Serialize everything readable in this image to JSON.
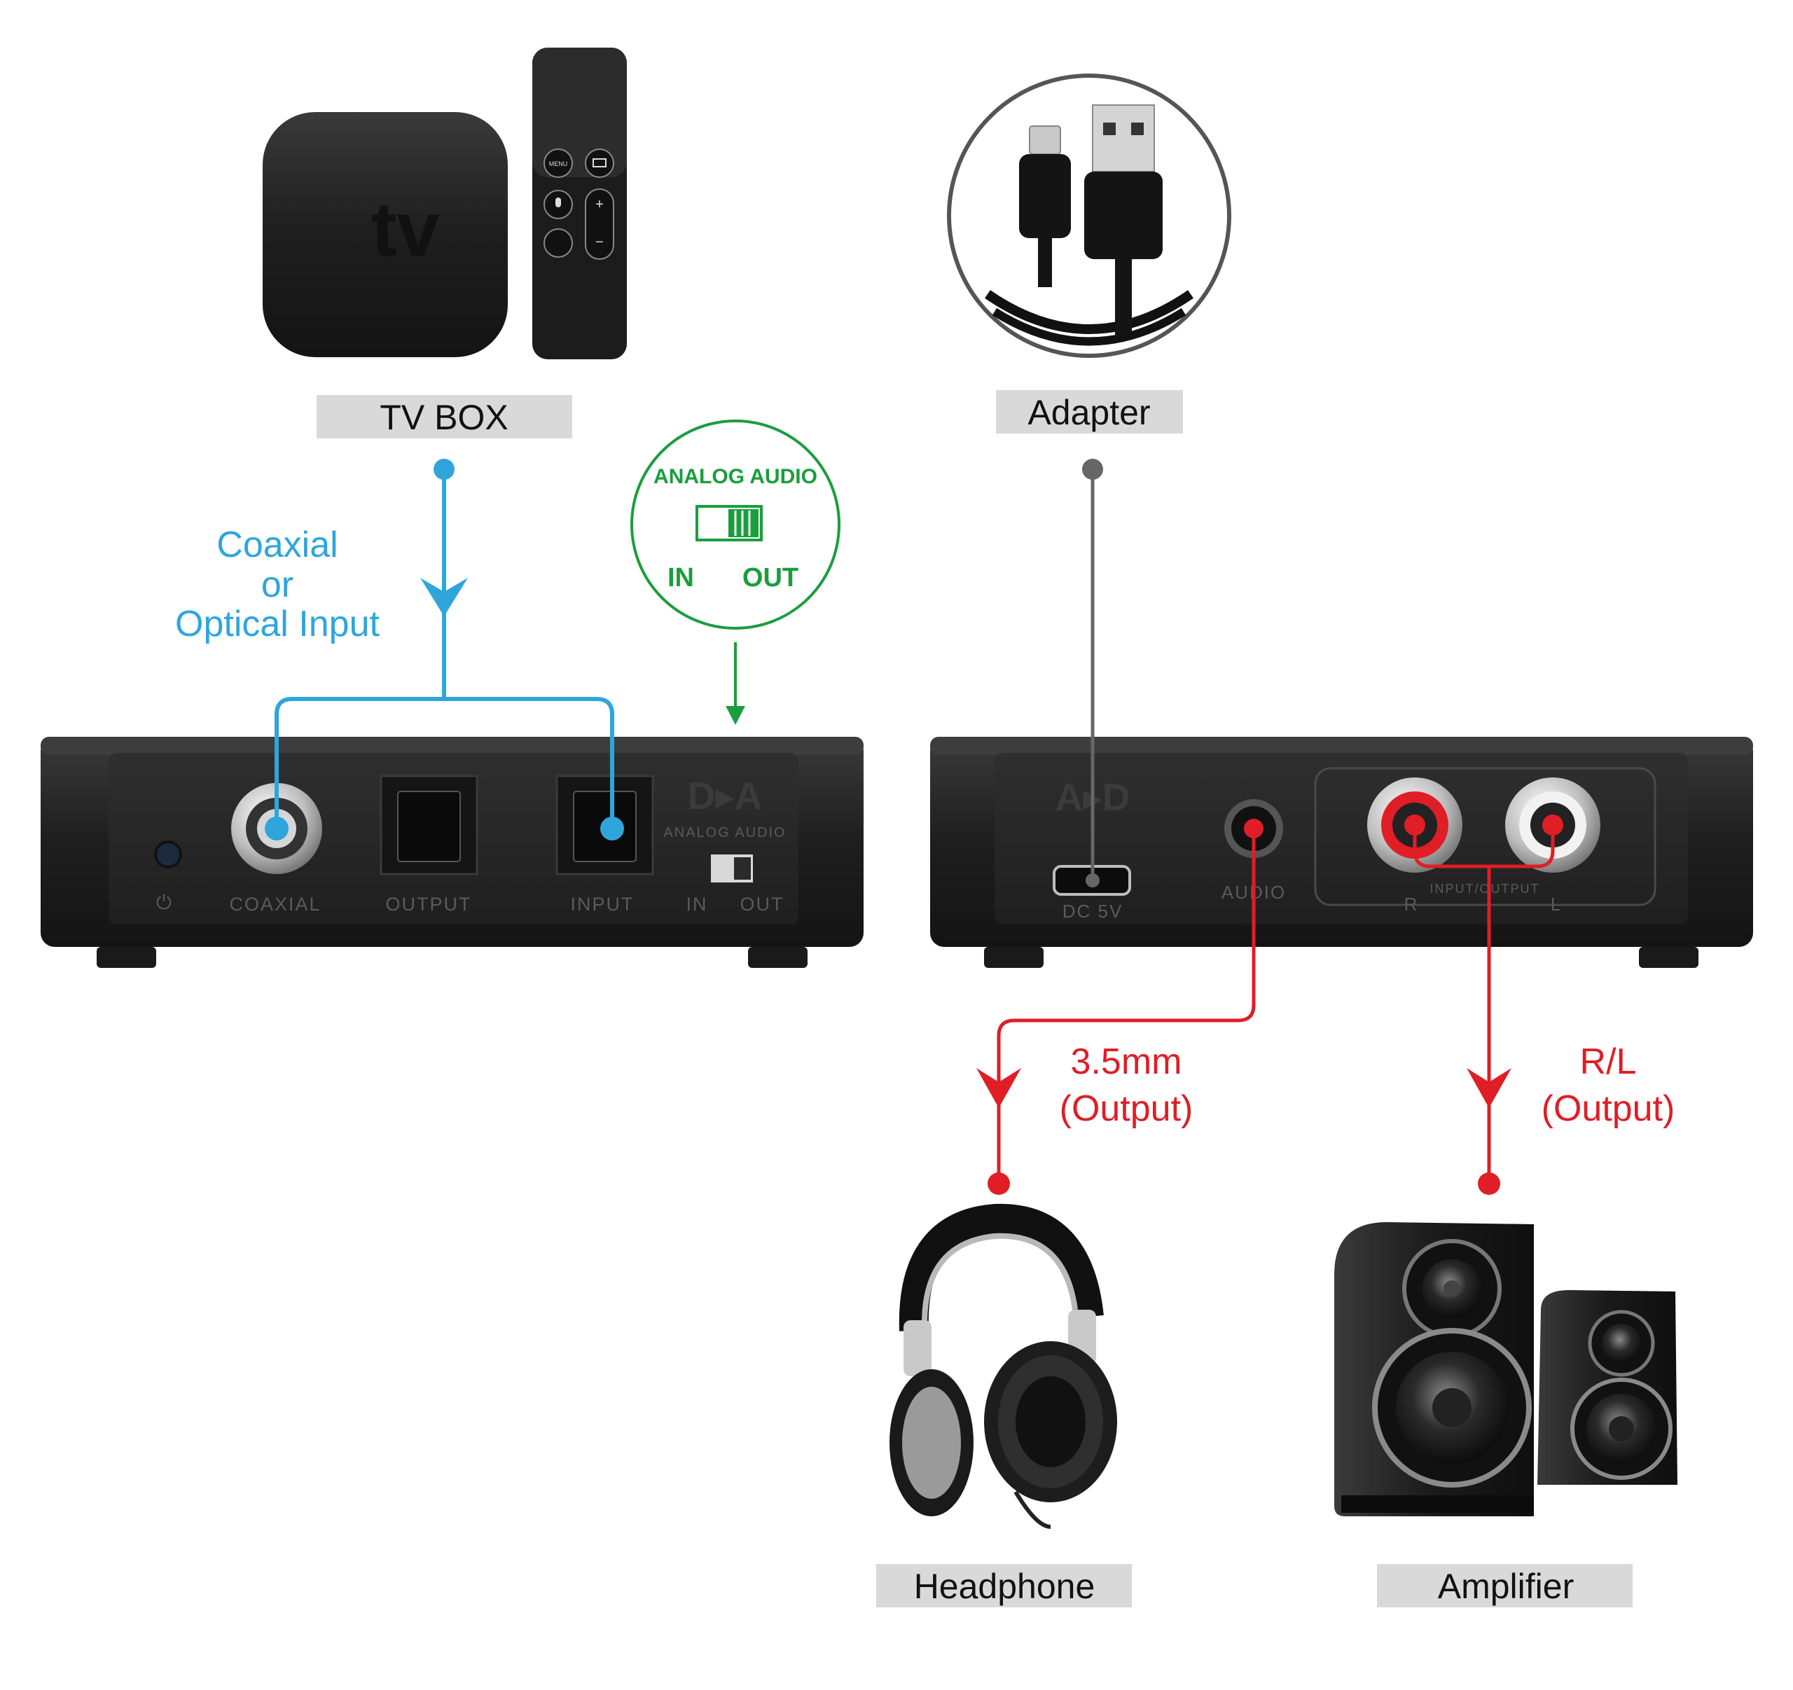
{
  "colors": {
    "blue": "#2ea6dc",
    "green": "#1a9e3c",
    "red": "#e01e25",
    "gray_wire": "#666666",
    "label_bg": "#d9d9d9",
    "device": "#2b2b2b"
  },
  "labels": {
    "tv_box": "TV BOX",
    "adapter": "Adapter",
    "headphone": "Headphone",
    "amplifier": "Amplifier"
  },
  "annotations": {
    "coaxial_line1": "Coaxial",
    "coaxial_line2": "or",
    "coaxial_line3": "Optical Input",
    "out35_line1": "3.5mm",
    "out35_line2": "(Output)",
    "rl_line1": "R/L",
    "rl_line2": "(Output)"
  },
  "analog_switch": {
    "title": "ANALOG AUDIO",
    "in": "IN",
    "out": "OUT"
  },
  "tvbox_logo": {
    "apple": "",
    "tv": "tv"
  },
  "remote": {
    "menu": "MENU"
  },
  "left_panel": {
    "logo": "D▸A",
    "logo_sub": "ANALOG AUDIO",
    "coaxial": "COAXIAL",
    "output": "OUTPUT",
    "input": "INPUT",
    "in": "IN",
    "out": "OUT",
    "power": "⏻"
  },
  "right_panel": {
    "logo": "A▸D",
    "dc": "DC 5V",
    "audio": "AUDIO",
    "input_output": "INPUT/OUTPUT",
    "r": "R",
    "l": "L"
  }
}
